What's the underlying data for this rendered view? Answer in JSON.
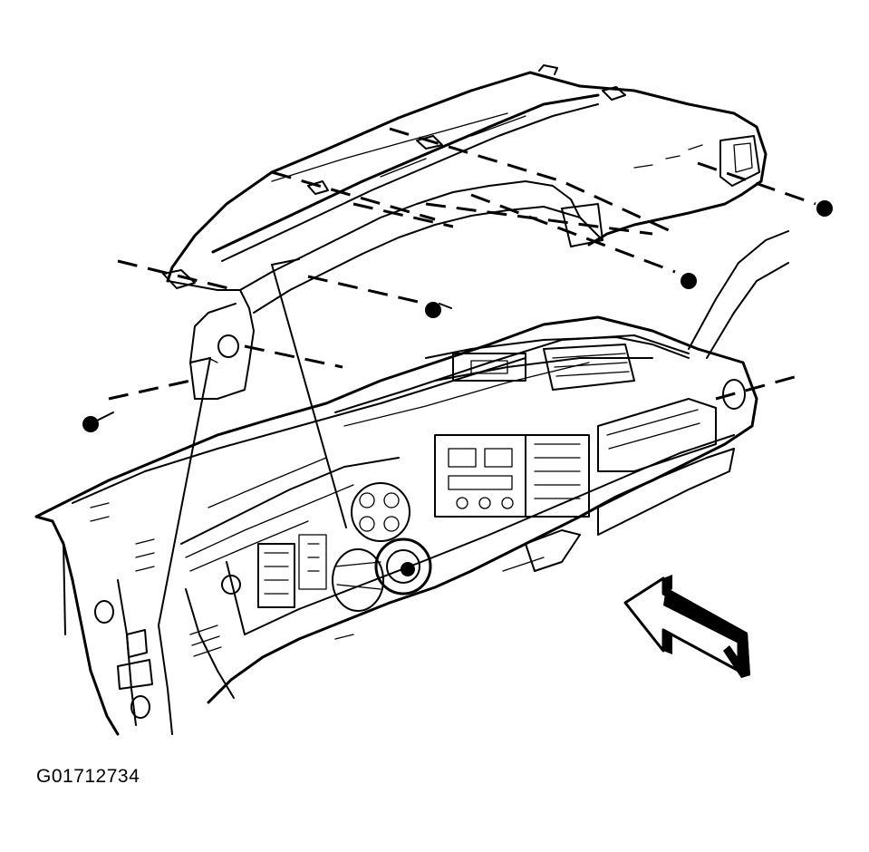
{
  "figure_id": "G01712734",
  "illustration": {
    "subject": "instrument-panel-carrier-exploded",
    "fasteners": [
      "bolt-1",
      "bolt-2",
      "bolt-3",
      "bolt-4",
      "bolt-5"
    ],
    "direction_arrow": "arrow-to-front"
  }
}
